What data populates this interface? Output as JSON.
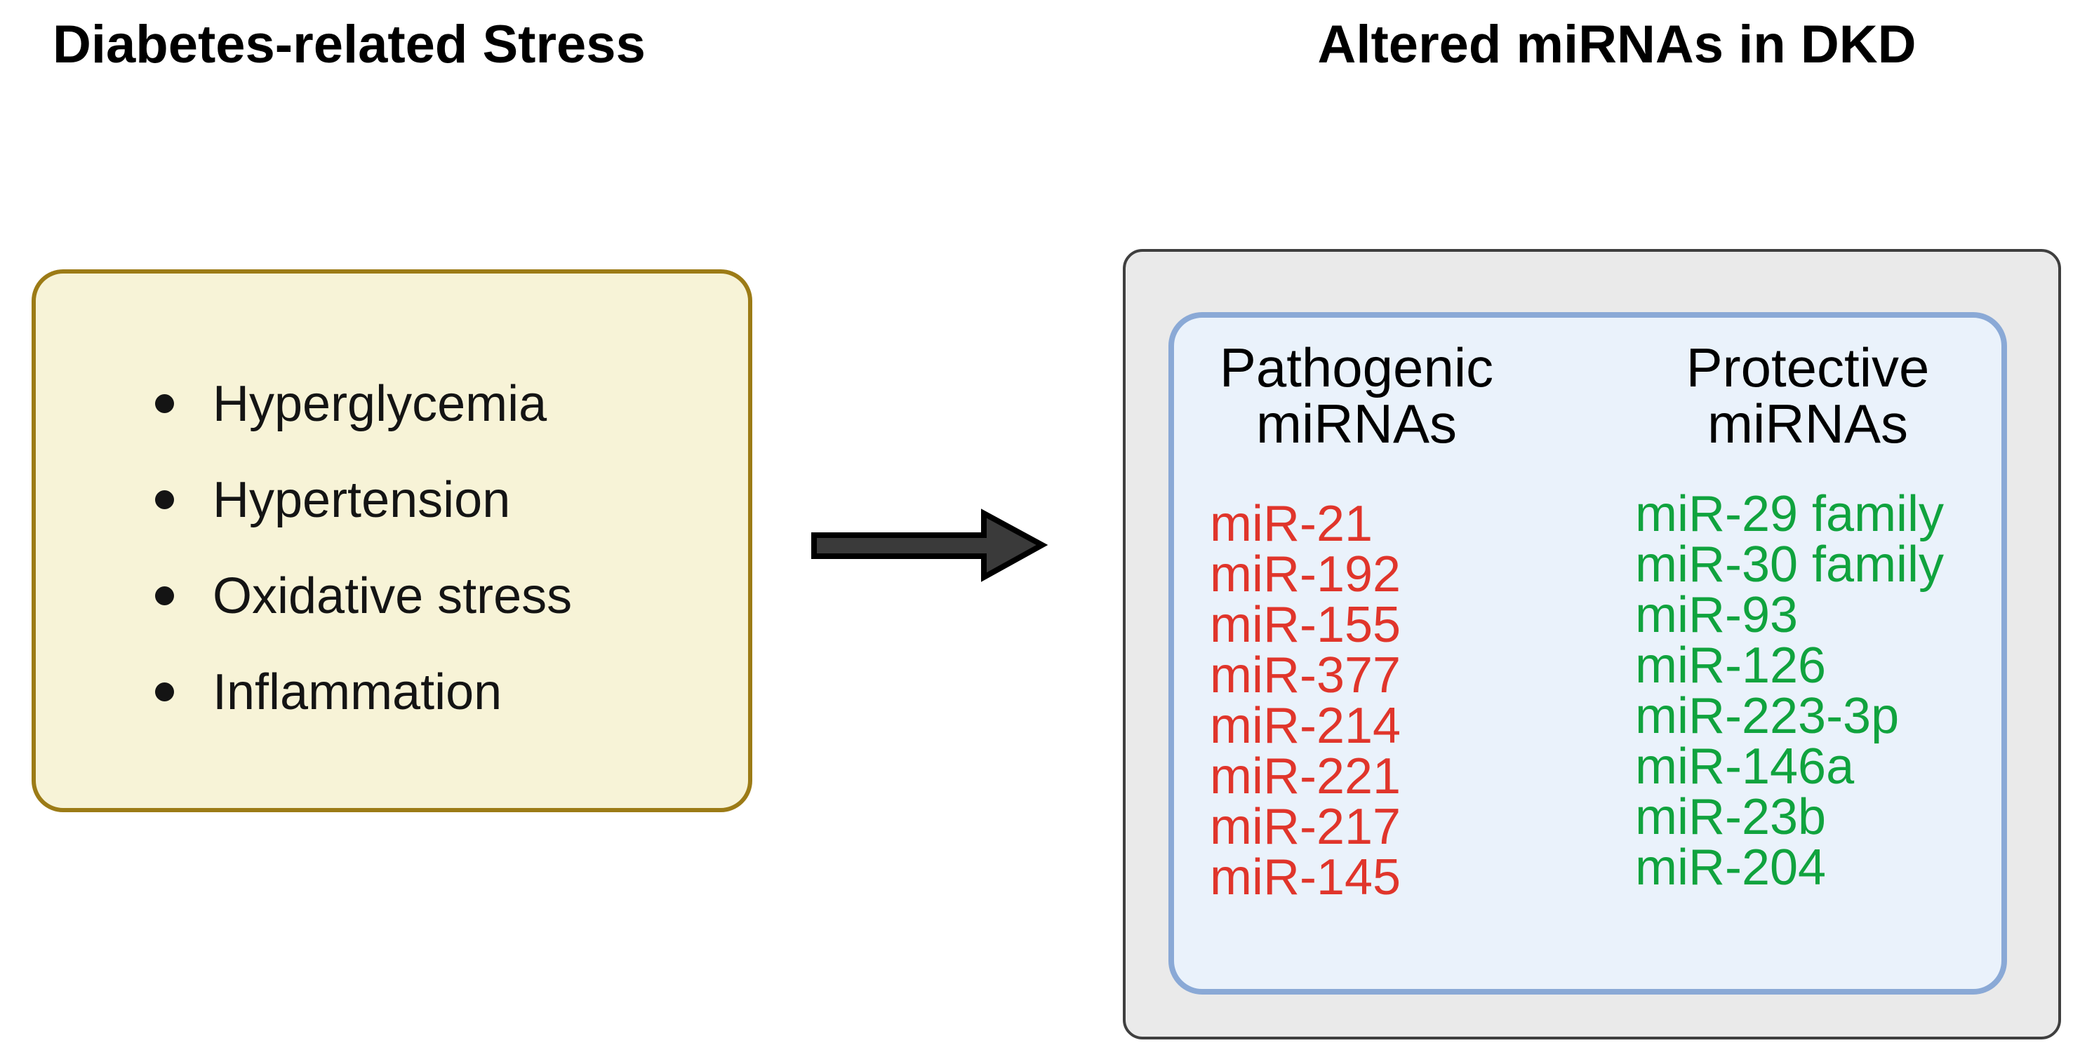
{
  "figure": {
    "left": {
      "title": "Diabetes-related Stress",
      "stress_items": [
        "Hyperglycemia",
        "Hypertension",
        "Oxidative stress",
        "Inflammation"
      ]
    },
    "arrow": {
      "icon": "right-arrow"
    },
    "right": {
      "title": "Altered miRNAs in DKD",
      "pathogenic_header": [
        "Pathogenic",
        "miRNAs"
      ],
      "pathogenic_items": [
        "miR-21",
        "miR-192",
        "miR-155",
        "miR-377",
        "miR-214",
        "miR-221",
        "miR-217",
        "miR-145"
      ],
      "protective_header": [
        "Protective",
        "miRNAs"
      ],
      "protective_items": [
        "miR-29 family",
        "miR-30 family",
        "miR-93",
        "miR-126",
        "miR-223-3p",
        "miR-146a",
        "miR-23b",
        "miR-204"
      ]
    },
    "colors": {
      "pathogenic_text": "#e0352b",
      "protective_text": "#10a33e",
      "stress_box_fill": "#f7f3d7",
      "stress_box_border": "#9c7b16",
      "outer_box_fill": "#eaeaea",
      "outer_box_border": "#3f3f3f",
      "inner_box_fill": "#eaf2fb",
      "inner_box_border": "#8aa9d6",
      "arrow_fill": "#3a3a3a"
    }
  }
}
